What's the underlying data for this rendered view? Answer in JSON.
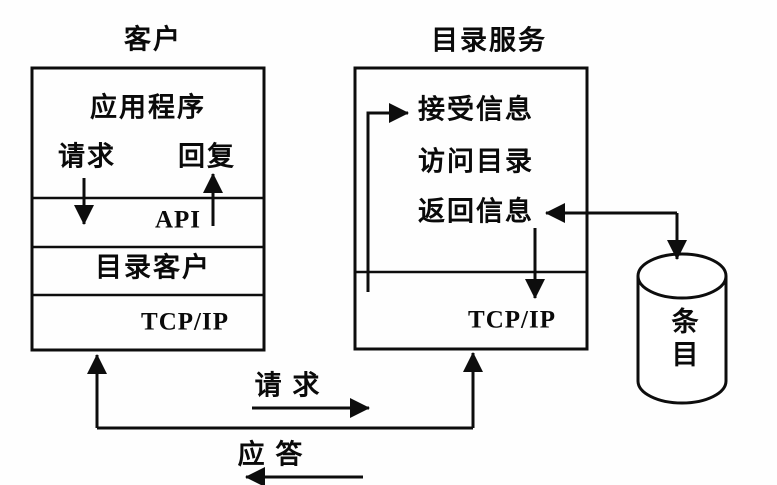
{
  "colors": {
    "line": "#0d0d0d",
    "background": "#fefefe"
  },
  "client": {
    "title": "客户",
    "application_label": "应用程序",
    "request_label": "请求",
    "reply_label": "回复",
    "api_label": "API",
    "directory_client_label": "目录客户",
    "tcpip_label": "TCP/IP"
  },
  "directory_service": {
    "title": "目录服务",
    "steps": [
      "接受信息",
      "访问目录",
      "返回信息"
    ],
    "tcpip_label": "TCP/IP"
  },
  "entry_store": {
    "label": "条目"
  },
  "flow": {
    "request_label": "请 求",
    "response_label": "应 答"
  }
}
